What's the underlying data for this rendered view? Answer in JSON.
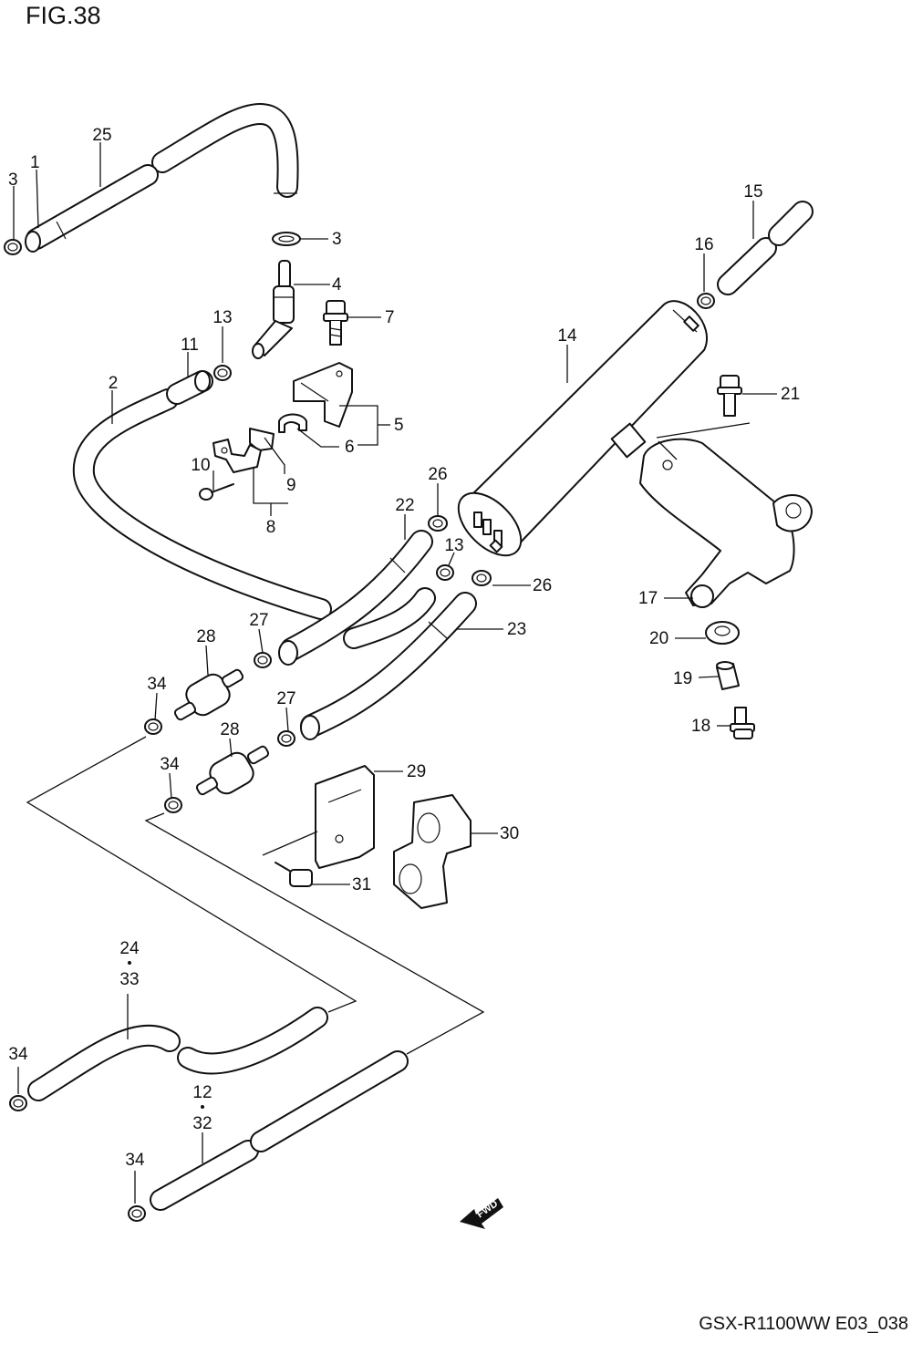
{
  "figure": {
    "title": "FIG.38",
    "model_code": "GSX-R1100WW  E03_038",
    "fwd_label": "FWD"
  },
  "parts": {
    "p1": "1",
    "p2": "2",
    "p3a": "3",
    "p3b": "3",
    "p4": "4",
    "p5": "5",
    "p6": "6",
    "p7": "7",
    "p8": "8",
    "p9": "9",
    "p10": "10",
    "p11": "11",
    "p12": "12",
    "p13a": "13",
    "p13b": "13",
    "p14": "14",
    "p15": "15",
    "p16": "16",
    "p17": "17",
    "p18": "18",
    "p19": "19",
    "p20": "20",
    "p21": "21",
    "p22": "22",
    "p23": "23",
    "p24": "24",
    "p25": "25",
    "p26a": "26",
    "p26b": "26",
    "p27a": "27",
    "p27b": "27",
    "p28a": "28",
    "p28b": "28",
    "p29": "29",
    "p30": "30",
    "p31": "31",
    "p32": "32",
    "p33": "33",
    "p34a": "34",
    "p34b": "34",
    "p34c": "34",
    "p34d": "34"
  }
}
